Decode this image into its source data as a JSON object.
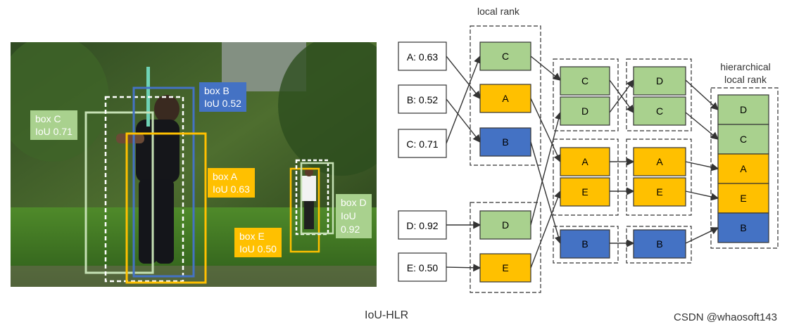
{
  "caption": "IoU-HLR",
  "watermark": "CSDN @whaosoft143",
  "colors": {
    "green": "#a9d18e",
    "orange": "#ffc000",
    "blue": "#4472c4",
    "box_c": "#c5e0b4",
    "box_b": "#4472c4",
    "box_a": "#ffc000",
    "box_e": "#ffc000",
    "box_d": "#c5e0b4"
  },
  "photo": {
    "labels": {
      "box_b": "box B\nIoU 0.52",
      "box_c": "box C\nIoU 0.71",
      "box_a": "box A\nIoU 0.63",
      "box_e": "box E\nIoU 0.50",
      "box_d": "box D\nIoU\n0.92"
    }
  },
  "diagram": {
    "local_rank_title": "local rank",
    "hierarchical_title": "hierarchical\nlocal rank",
    "inputs": [
      "A: 0.63",
      "B: 0.52",
      "C: 0.71",
      "D: 0.92",
      "E: 0.50"
    ],
    "local_rank": [
      "C",
      "A",
      "B",
      "D",
      "E"
    ],
    "merge_col1": [
      "C",
      "D",
      "A",
      "E",
      "B"
    ],
    "merge_col2": [
      "D",
      "C",
      "A",
      "E",
      "B"
    ],
    "final": [
      "D",
      "C",
      "A",
      "E",
      "B"
    ]
  }
}
